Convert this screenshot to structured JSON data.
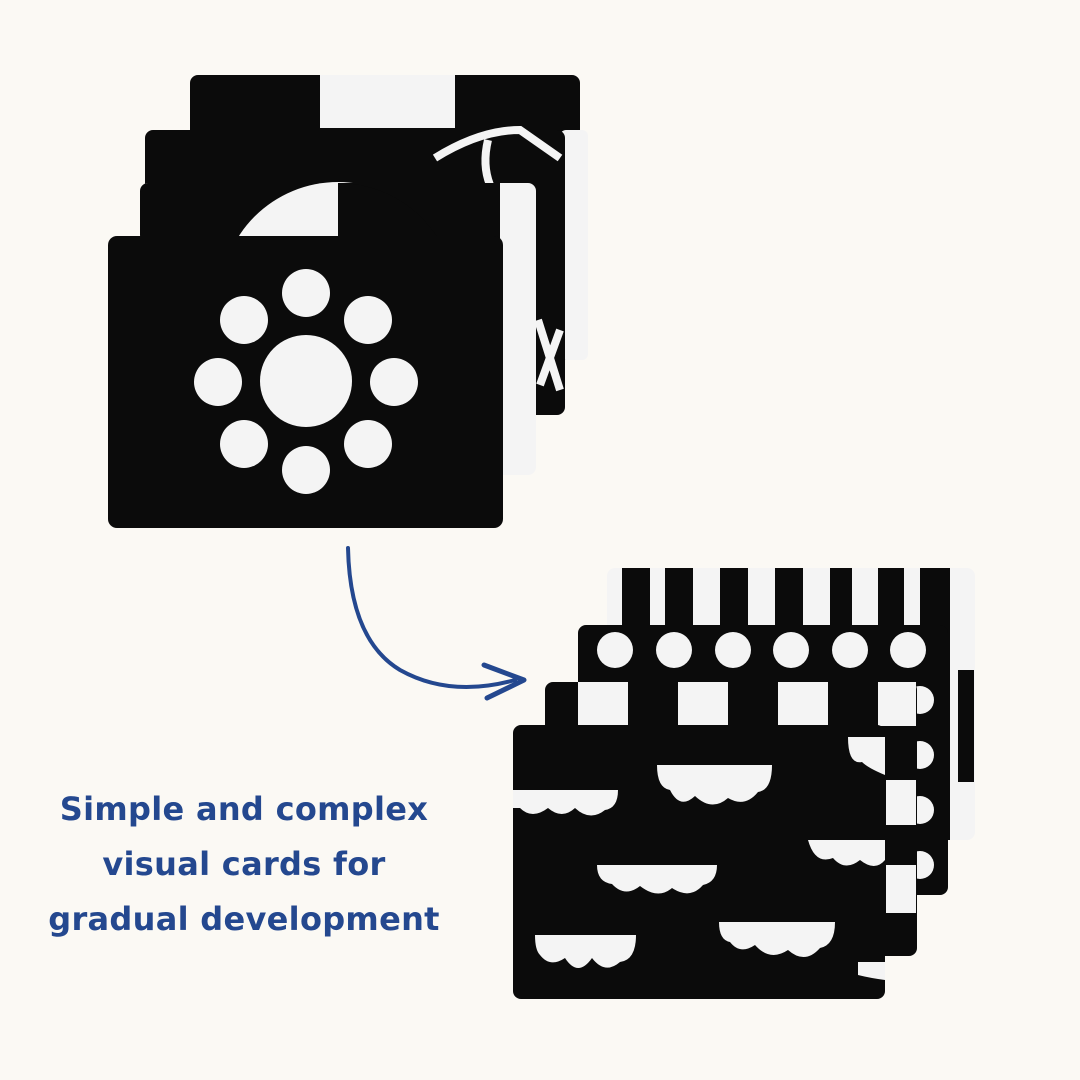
{
  "caption": {
    "lines": [
      "Simple and complex",
      "visual cards for",
      "gradual development"
    ]
  },
  "colors": {
    "background": "#fbf9f4",
    "text": "#24488f",
    "arrow": "#24488f",
    "card_black": "#0b0b0b",
    "card_white": "#f4f4f4"
  },
  "icons": {
    "arrow": "curved-arrow-icon"
  }
}
